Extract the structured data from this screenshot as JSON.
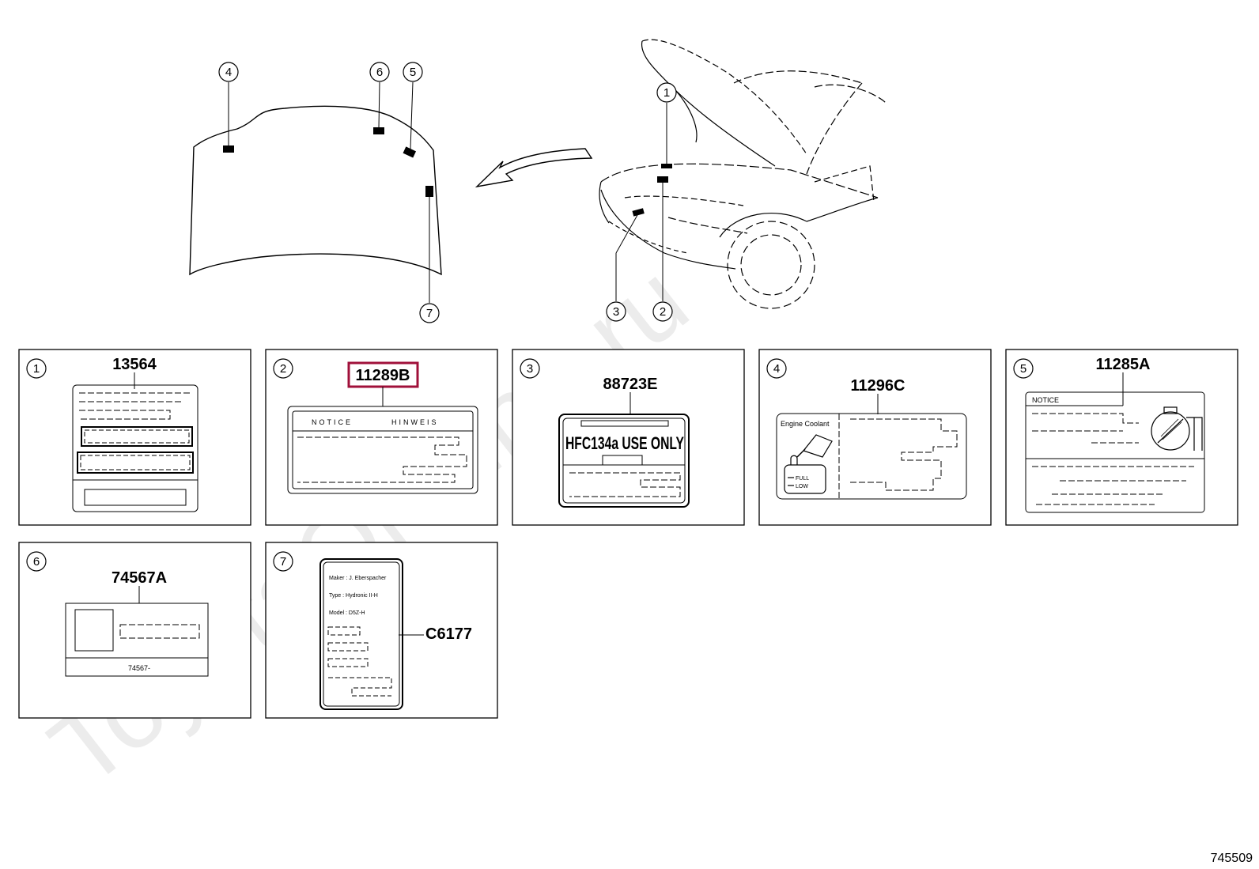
{
  "watermark": "ToyotaOrMine.ru",
  "footer_code": "745509",
  "highlight_color": "#a0103a",
  "selected_part": "11289B",
  "callouts": [
    "1",
    "2",
    "3",
    "4",
    "5",
    "6",
    "7"
  ],
  "panels": [
    {
      "index": "1",
      "part": "13564"
    },
    {
      "index": "2",
      "part": "11289B",
      "notice": "NOTICE",
      "hinweis": "HINWEIS"
    },
    {
      "index": "3",
      "part": "88723E",
      "label_text": "HFC134a USE ONLY"
    },
    {
      "index": "4",
      "part": "11296C",
      "title": "Engine Coolant",
      "full": "FULL",
      "low": "LOW"
    },
    {
      "index": "5",
      "part": "11285A",
      "notice": "NOTICE"
    },
    {
      "index": "6",
      "part": "74567A",
      "label_text": "74567-"
    },
    {
      "index": "7",
      "part": "C6177",
      "maker": "Maker : J. Eberspacher",
      "type": "Type   : Hydronic II-H",
      "model": "Model : D5Z-H"
    }
  ],
  "icons": {
    "coolant": "coolant-bottle-icon",
    "radiator_cap": "radiator-cap-icon"
  }
}
